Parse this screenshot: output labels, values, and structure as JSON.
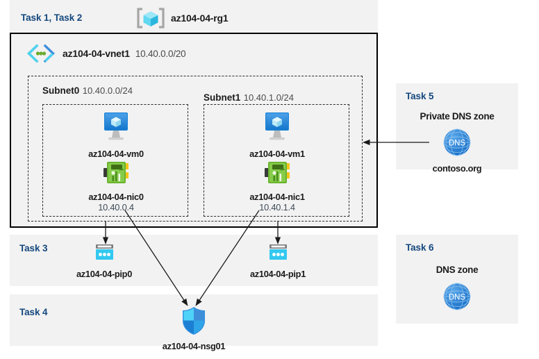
{
  "resource_group": {
    "task_label": "Task 1, Task 2",
    "name": "az104-04-rg1",
    "icon": "resource-group-cube-icon"
  },
  "vnet": {
    "name": "az104-04-vnet1",
    "cidr": "10.40.0.0/20",
    "icon": "virtual-network-icon"
  },
  "subnets": [
    {
      "name": "Subnet0",
      "cidr": "10.40.0.0/24",
      "vm": {
        "name": "az104-04-vm0",
        "icon": "virtual-machine-icon"
      },
      "nic": {
        "name": "az104-04-nic0",
        "ip": "10.40.0.4",
        "icon": "network-interface-icon"
      }
    },
    {
      "name": "Subnet1",
      "cidr": "10.40.1.0/24",
      "vm": {
        "name": "az104-04-vm1",
        "icon": "virtual-machine-icon"
      },
      "nic": {
        "name": "az104-04-nic1",
        "ip": "10.40.1.4",
        "icon": "network-interface-icon"
      }
    }
  ],
  "public_ips": {
    "task_label": "Task 3",
    "items": [
      {
        "name": "az104-04-pip0",
        "icon": "public-ip-address-icon"
      },
      {
        "name": "az104-04-pip1",
        "icon": "public-ip-address-icon"
      }
    ]
  },
  "nsg": {
    "task_label": "Task 4",
    "name": "az104-04-nsg01",
    "icon": "network-security-group-shield-icon"
  },
  "private_dns": {
    "task_label": "Task 5",
    "heading": "Private DNS zone",
    "name": "contoso.org",
    "icon": "dns-globe-icon",
    "icon_text": "DNS"
  },
  "dns_zone": {
    "task_label": "Task 6",
    "heading": "DNS zone",
    "icon": "dns-globe-icon",
    "icon_text": "DNS"
  },
  "colors": {
    "task_label": "#14477d",
    "panel_bg": "#f2f2f2",
    "accent_cyan": "#32c8f0",
    "accent_blue": "#0078d4",
    "nic_green": "#69ab3b",
    "dns_blue": "#1c78d4"
  }
}
